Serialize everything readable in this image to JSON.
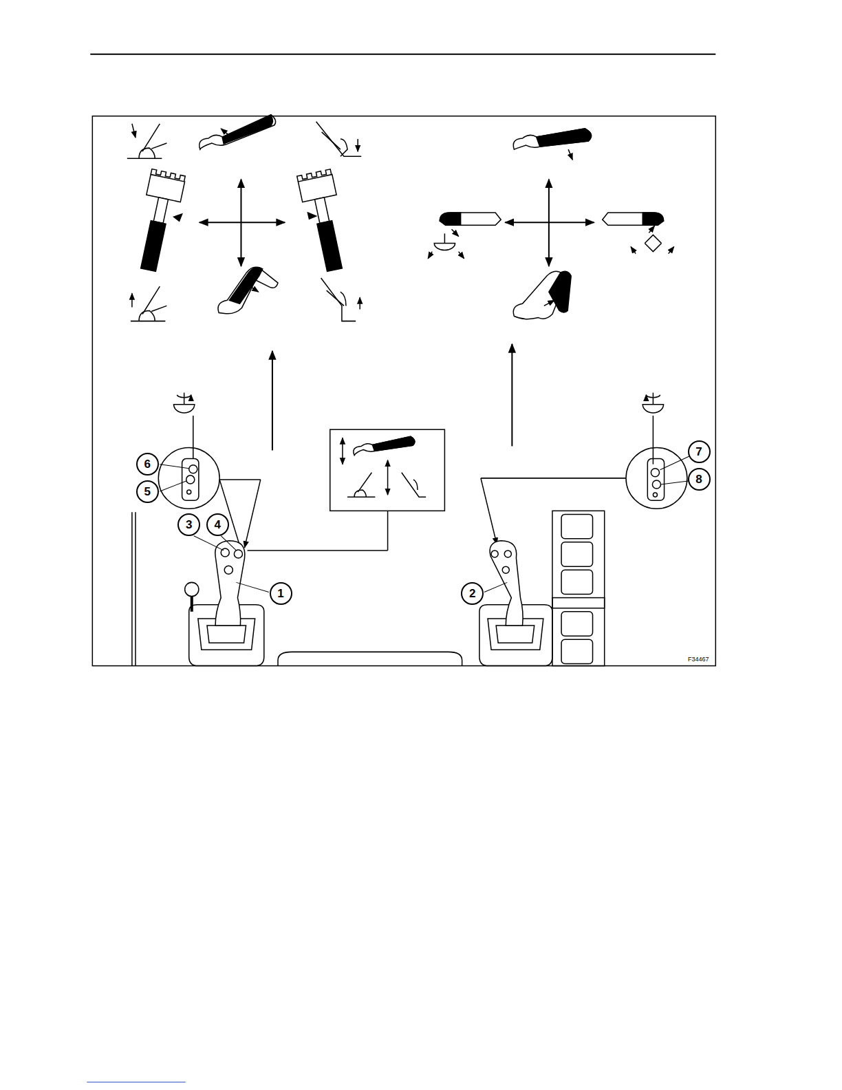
{
  "diagram": {
    "nodes": [
      {
        "text": [
          "7"
        ]
      },
      {
        "text": [
          "6"
        ]
      },
      {
        "text": [
          "8"
        ]
      },
      {
        "text": [
          "5"
        ]
      },
      {
        "text": [
          "3"
        ]
      },
      {
        "text": [
          "4"
        ]
      },
      {
        "text": [
          "1"
        ]
      },
      {
        "text": [
          "2"
        ]
      }
    ],
    "edges": [],
    "labels": [
      "F34467"
    ]
  }
}
